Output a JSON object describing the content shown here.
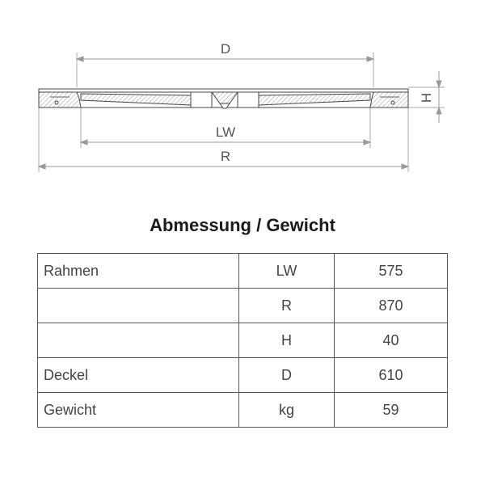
{
  "drawing": {
    "dim_d": "D",
    "dim_lw": "LW",
    "dim_r": "R",
    "dim_h": "H"
  },
  "title": "Abmessung / Gewicht",
  "table": {
    "rows": [
      {
        "name": "Rahmen",
        "symbol": "LW",
        "value": "575"
      },
      {
        "name": "",
        "symbol": "R",
        "value": "870"
      },
      {
        "name": "",
        "symbol": "H",
        "value": "40"
      },
      {
        "name": "Deckel",
        "symbol": "D",
        "value": "610"
      },
      {
        "name": "Gewicht",
        "symbol": "kg",
        "value": "59"
      }
    ]
  }
}
